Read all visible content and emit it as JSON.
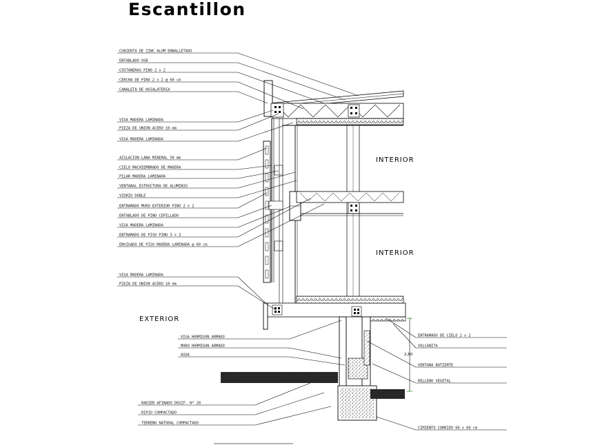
{
  "title": "Escantillon",
  "rooms": {
    "upper": "INTERIOR",
    "lower": "INTERIOR",
    "outside": "EXTERIOR"
  },
  "dimension": "2,80",
  "labels_left": [
    "CUBIERTA DE ZINC ALUM ENBALLETADO",
    "ENTABLADO OSB",
    "COSTANERAS PINO 2 x 2",
    "CERCHA DE PINO 2 x 2 @ 60 cm",
    "CANALETA DE HOJALATERIA",
    "VIGA MADERA LAMINADA",
    "PIEZA DE UNION ACERO 10 mm",
    "VIGA MADERA LAMINADA",
    "AISLACION LANA MINERAL 50 mm",
    "CIELO MACHIEMBRADO DE MADERA",
    "PILAR MADERA LAMINADA",
    "VENTANAL ESTRUCTURA DE ALUMINIO",
    "VIDRIO DOBLE",
    "ENTRAMADO MURO EXTERIOR PINO 2 x 2",
    "ENTABLADO DE PINO CEPILLADO",
    "VIGA MADERA LAMINADA",
    "ENTRAMADO DE PISO PINO 3 x 3",
    "ENVIGADO DE PISO MADERA LAMINADA @ 60 cm",
    "VIGA MADERA LAMINADA",
    "PIEZA DE UNION ACERO 10 mm"
  ],
  "labels_foundation": [
    "VIGA HORMIGON ARMADO",
    "MURO HORMIGON ARMADO",
    "AGUA"
  ],
  "labels_bottom": [
    "RADIER AFINADO DOSIF. H* 20",
    "RIPIO COMPACTADO",
    "TERRENO NATURAL COMPACTADO"
  ],
  "labels_right": [
    "ENTRAMADO DE CIELO 2 x 2",
    "VOLCANITA",
    "VENTANA BATIENTE",
    "RELLENO VEGETAL",
    "CIMIENTO CORRIDO 60 x 60 cm"
  ]
}
